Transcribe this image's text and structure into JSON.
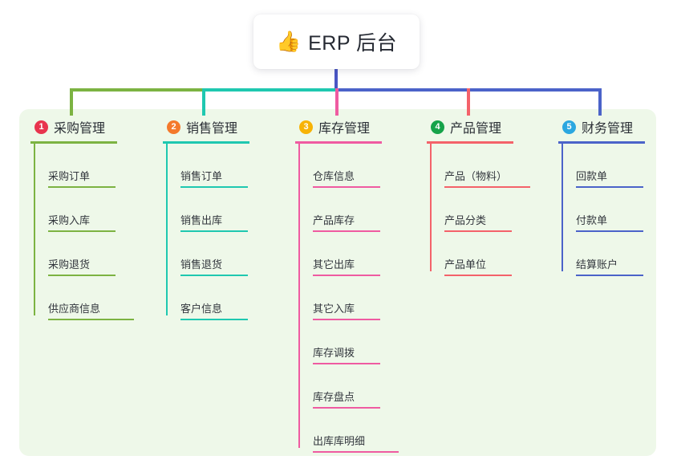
{
  "root": {
    "icon": "thumbs-up-icon",
    "emoji": "👍",
    "label": "ERP 后台"
  },
  "diagram": {
    "type": "mindmap-tree",
    "panel_color": "#eef8e9",
    "trunk_color": "#4a56c4"
  },
  "columns": [
    {
      "number": "1",
      "title": "采购管理",
      "accent": "#7cb342",
      "badge_color": "#e8344e",
      "items": [
        "采购订单",
        "采购入库",
        "采购退货",
        "供应商信息"
      ]
    },
    {
      "number": "2",
      "title": "销售管理",
      "accent": "#1fc8b0",
      "badge_color": "#f4792b",
      "items": [
        "销售订单",
        "销售出库",
        "销售退货",
        "客户信息"
      ]
    },
    {
      "number": "3",
      "title": "库存管理",
      "accent": "#ef5ba1",
      "badge_color": "#f7b305",
      "items": [
        "仓库信息",
        "产品库存",
        "其它出库",
        "其它入库",
        "库存调拨",
        "库存盘点",
        "出库库明细"
      ]
    },
    {
      "number": "4",
      "title": "产品管理",
      "accent": "#f4626a",
      "badge_color": "#16a34a",
      "items": [
        "产品（物料）",
        "产品分类",
        "产品单位"
      ]
    },
    {
      "number": "5",
      "title": "财务管理",
      "accent": "#4b63c9",
      "badge_color": "#2ba7e0",
      "items": [
        "回款单",
        "付款单",
        "结算账户"
      ]
    }
  ],
  "connectors": {
    "trunk": "#4a56c4",
    "bus_segments": [
      "#7cb342",
      "#1fc8b0",
      "#4b63c9"
    ],
    "drops": [
      "#7cb342",
      "#1fc8b0",
      "#ef5ba1",
      "#f4626a",
      "#4b63c9"
    ]
  }
}
